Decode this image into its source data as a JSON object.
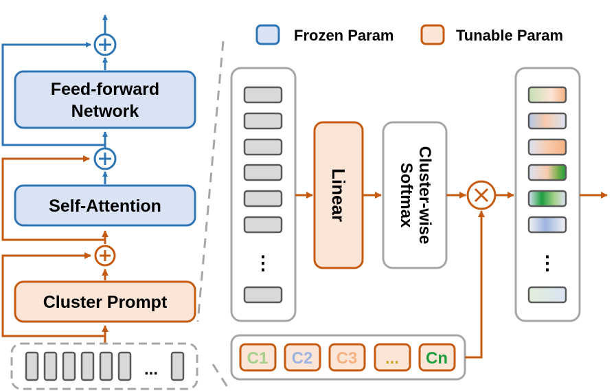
{
  "legend": {
    "frozen_label": "Frozen Param",
    "tunable_label": "Tunable Param"
  },
  "left_stack": {
    "ffn_line1": "Feed-forward",
    "ffn_line2": "Network",
    "self_attention": "Self-Attention",
    "cluster_prompt": "Cluster Prompt",
    "input_ellipsis": "..."
  },
  "detail": {
    "left_ellipsis": "⋮",
    "linear": "Linear",
    "softmax_line1": "Cluster-wise",
    "softmax_line2": "Softmax",
    "right_ellipsis": "⋮",
    "clusters": [
      "C1",
      "C2",
      "C3",
      "...",
      "Cn"
    ],
    "cluster_colors": [
      "#a8d08d",
      "#9db4e0",
      "#f4b183",
      "#c9a227",
      "#1e9e3e"
    ]
  },
  "colors": {
    "frozen_fill": "#dae3f3",
    "frozen_stroke": "#2e75b6",
    "tunable_fill": "#fbe5d6",
    "tunable_stroke": "#c55a11",
    "gray_stroke": "#a6a6a6",
    "token_fill": "#d9d9d9",
    "token_stroke": "#595959"
  }
}
